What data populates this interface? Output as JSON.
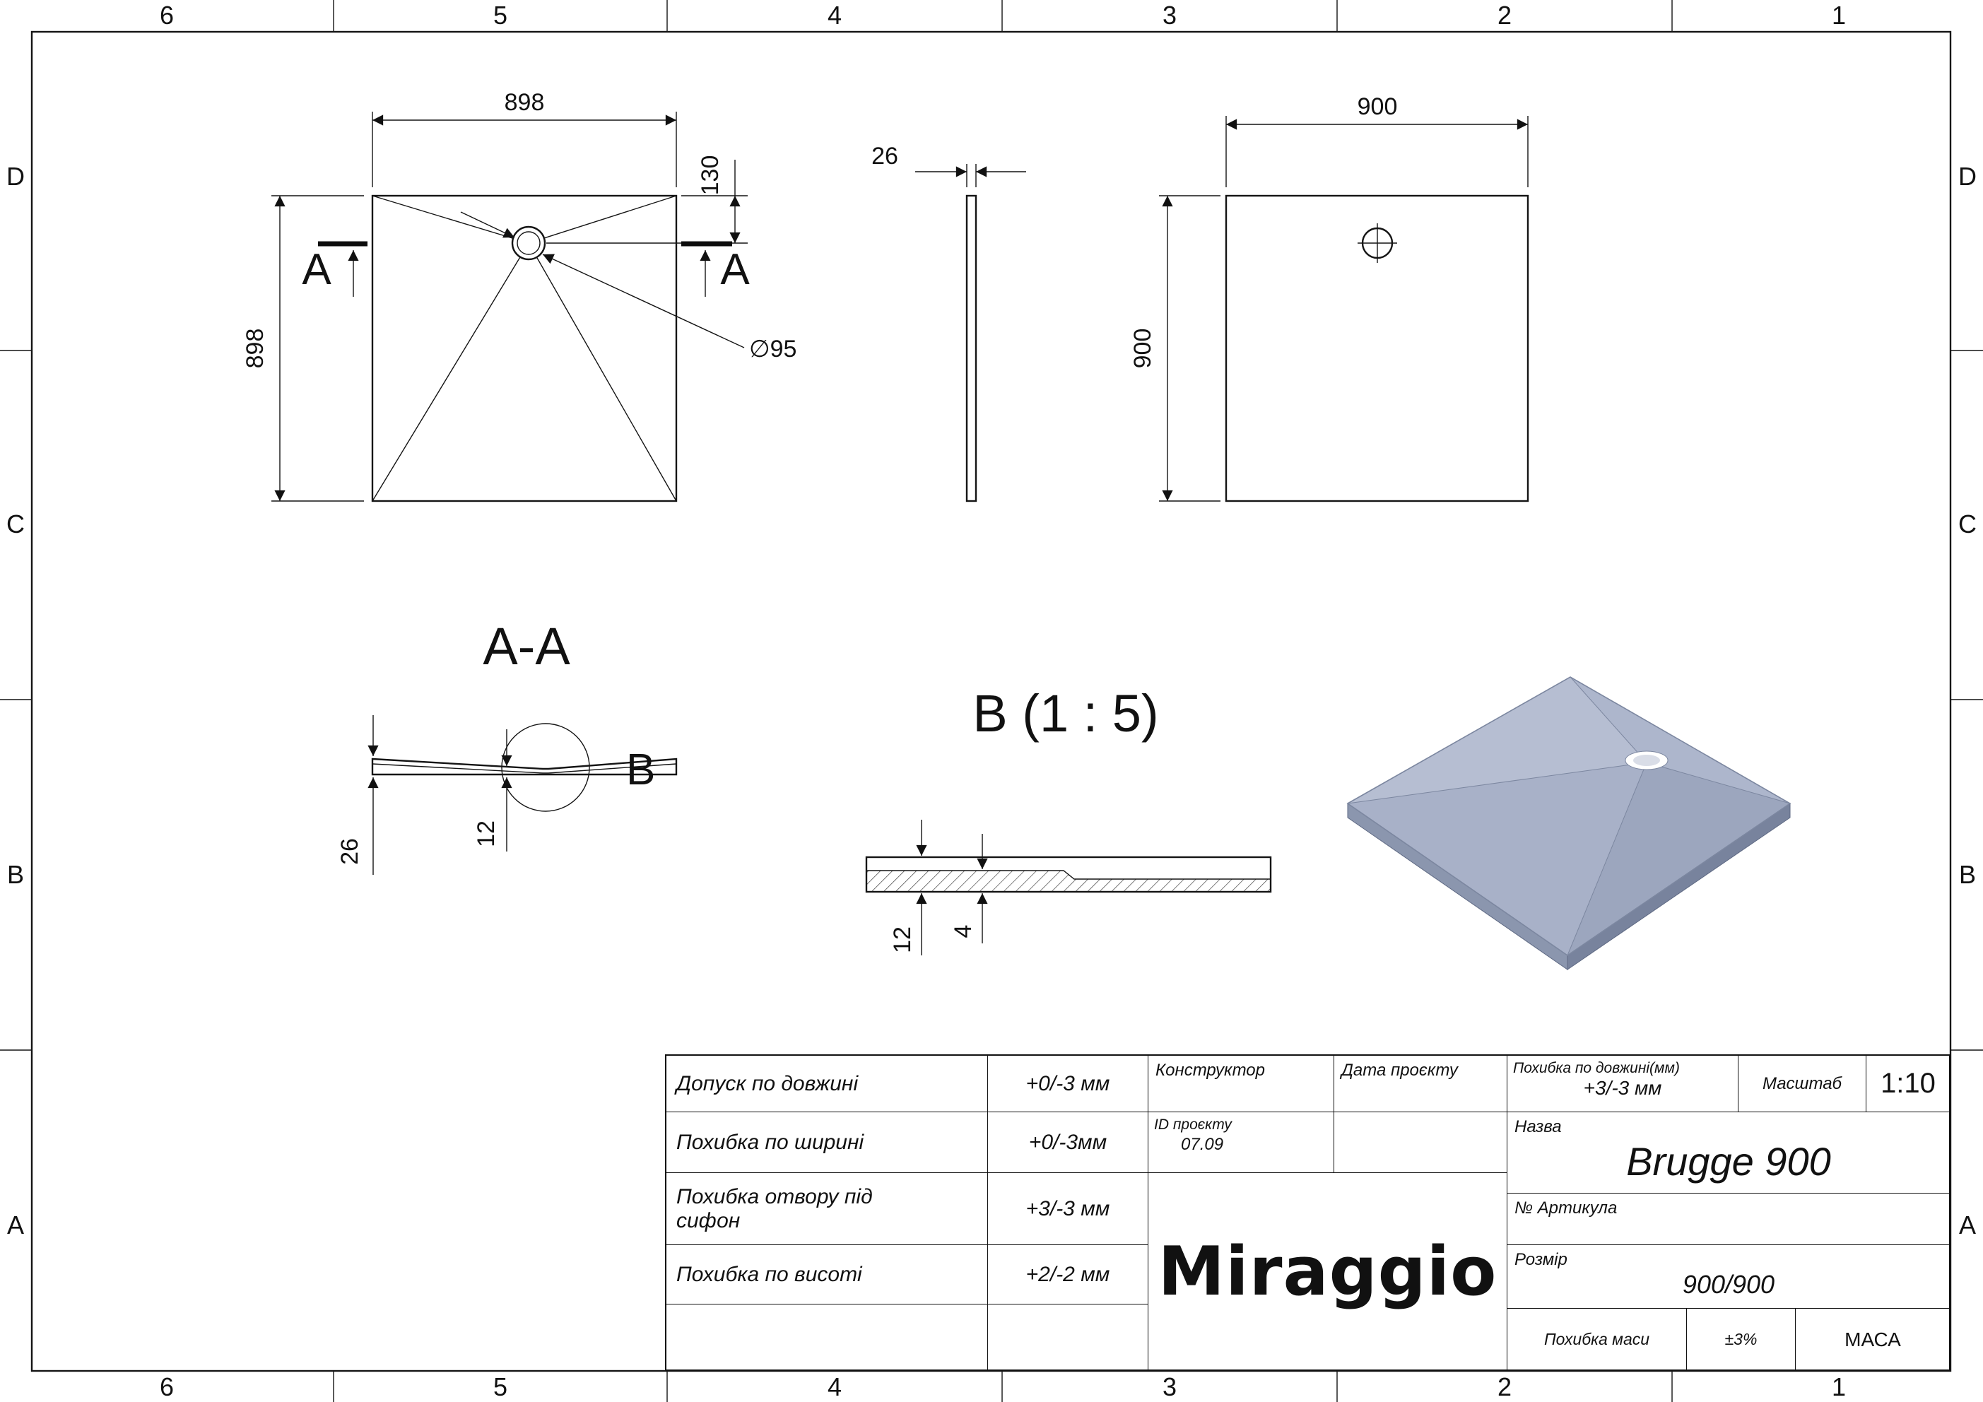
{
  "sheet": {
    "columns": [
      "6",
      "5",
      "4",
      "3",
      "2",
      "1"
    ],
    "rows": [
      "D",
      "C",
      "B",
      "A"
    ]
  },
  "views": {
    "top_view": {
      "dim_width": "898",
      "dim_height": "898",
      "dim_drain_offset": "130",
      "drain_diameter": "∅95",
      "section_label_left": "A",
      "section_label_right": "A"
    },
    "side_view": {
      "dim_thickness": "26"
    },
    "plan_view": {
      "dim_width": "900",
      "dim_height": "900"
    },
    "section_view": {
      "title": "A-A",
      "dim_total": "26",
      "dim_inner": "12",
      "detail_label": "B"
    },
    "detail_view": {
      "title": "B (1 : 5)",
      "dim_total": "12",
      "dim_thin": "4"
    },
    "iso_view": {
      "face_tl": "#b6bed2",
      "face_tr": "#adb6cc",
      "face_br": "#9ca6be",
      "face_bl": "#a8b1c8",
      "side_left": "#8b96ae",
      "side_right": "#78839d",
      "edge": "#7c87a0",
      "drain_inner": "#d9dde7"
    }
  },
  "title_block": {
    "tolerances": [
      {
        "label": "Допуск по довжині",
        "value": "+0/-3 мм"
      },
      {
        "label": "Похибка по ширині",
        "value": "+0/-3мм"
      },
      {
        "label": "Похибка отвору під сифон",
        "value": "+3/-3 мм"
      },
      {
        "label": "Похибка по висоті",
        "value": "+2/-2 мм"
      }
    ],
    "constructor_label": "Конструктор",
    "project_date_label": "Дата проєкту",
    "project_id_label": "ID проєкту",
    "project_id_value": "07.09",
    "length_tolerance_label": "Похибка по довжині(мм)",
    "length_tolerance_value": "+3/-3 мм",
    "scale_label": "Масштаб",
    "scale_value": "1:10",
    "name_label": "Назва",
    "name_value": "Brugge 900",
    "article_label": "№ Артикула",
    "size_label": "Розмір",
    "size_value": "900/900",
    "mass_tolerance_label": "Похибка маси",
    "mass_tolerance_value": "±3%",
    "mass_label": "МАСА",
    "logo": "Miraggio"
  }
}
